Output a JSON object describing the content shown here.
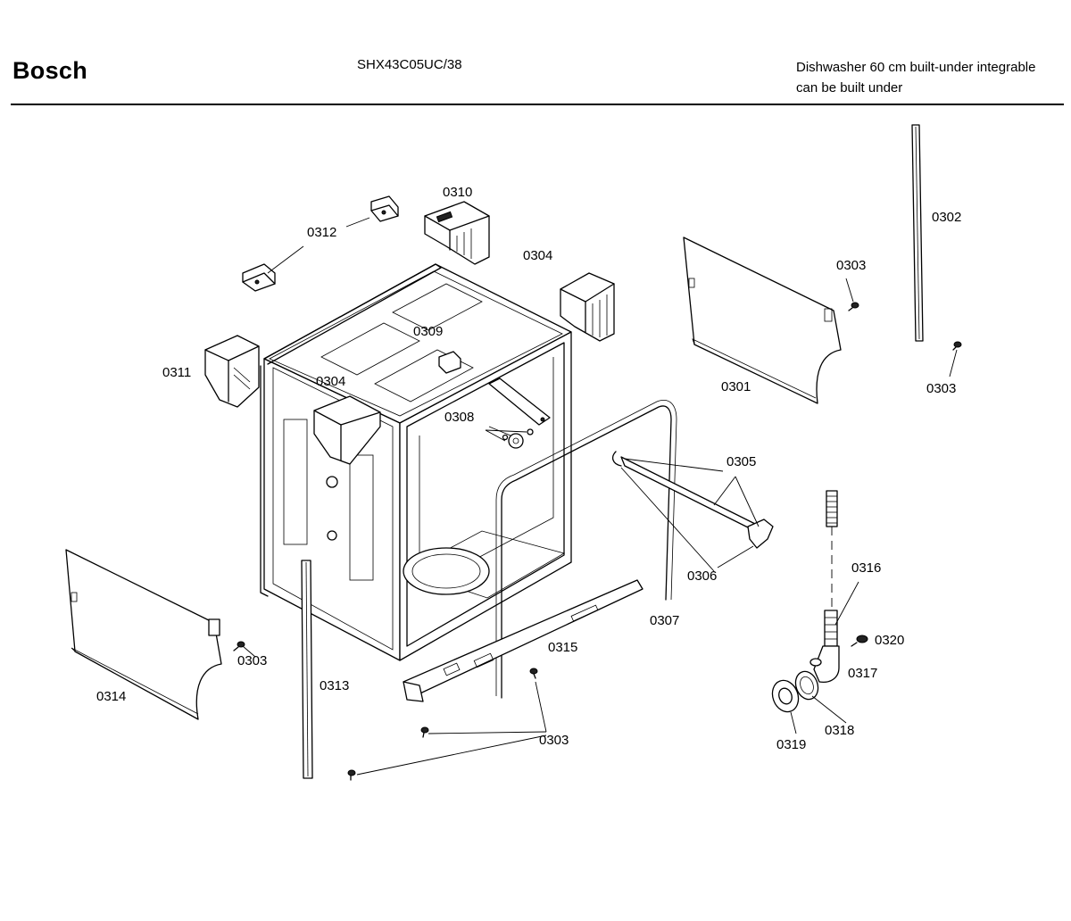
{
  "header": {
    "brand": "Bosch",
    "model": "SHX43C05UC/38",
    "description_line1": "Dishwasher 60 cm built-under integrable",
    "description_line2": "can be built under"
  },
  "callouts": [
    {
      "key": "c0310",
      "text": "0310"
    },
    {
      "key": "c0312",
      "text": "0312"
    },
    {
      "key": "c0304a",
      "text": "0304"
    },
    {
      "key": "c0302",
      "text": "0302"
    },
    {
      "key": "c0303a",
      "text": "0303"
    },
    {
      "key": "c0309",
      "text": "0309"
    },
    {
      "key": "c0311",
      "text": "0311"
    },
    {
      "key": "c0304b",
      "text": "0304"
    },
    {
      "key": "c0301",
      "text": "0301"
    },
    {
      "key": "c0303b",
      "text": "0303"
    },
    {
      "key": "c0308",
      "text": "0308"
    },
    {
      "key": "c0305",
      "text": "0305"
    },
    {
      "key": "c0306",
      "text": "0306"
    },
    {
      "key": "c0316",
      "text": "0316"
    },
    {
      "key": "c0307",
      "text": "0307"
    },
    {
      "key": "c0320",
      "text": "0320"
    },
    {
      "key": "c0315",
      "text": "0315"
    },
    {
      "key": "c0303c",
      "text": "0303"
    },
    {
      "key": "c0317",
      "text": "0317"
    },
    {
      "key": "c0313",
      "text": "0313"
    },
    {
      "key": "c0314",
      "text": "0314"
    },
    {
      "key": "c0318",
      "text": "0318"
    },
    {
      "key": "c0303d",
      "text": "0303"
    },
    {
      "key": "c0319",
      "text": "0319"
    }
  ]
}
